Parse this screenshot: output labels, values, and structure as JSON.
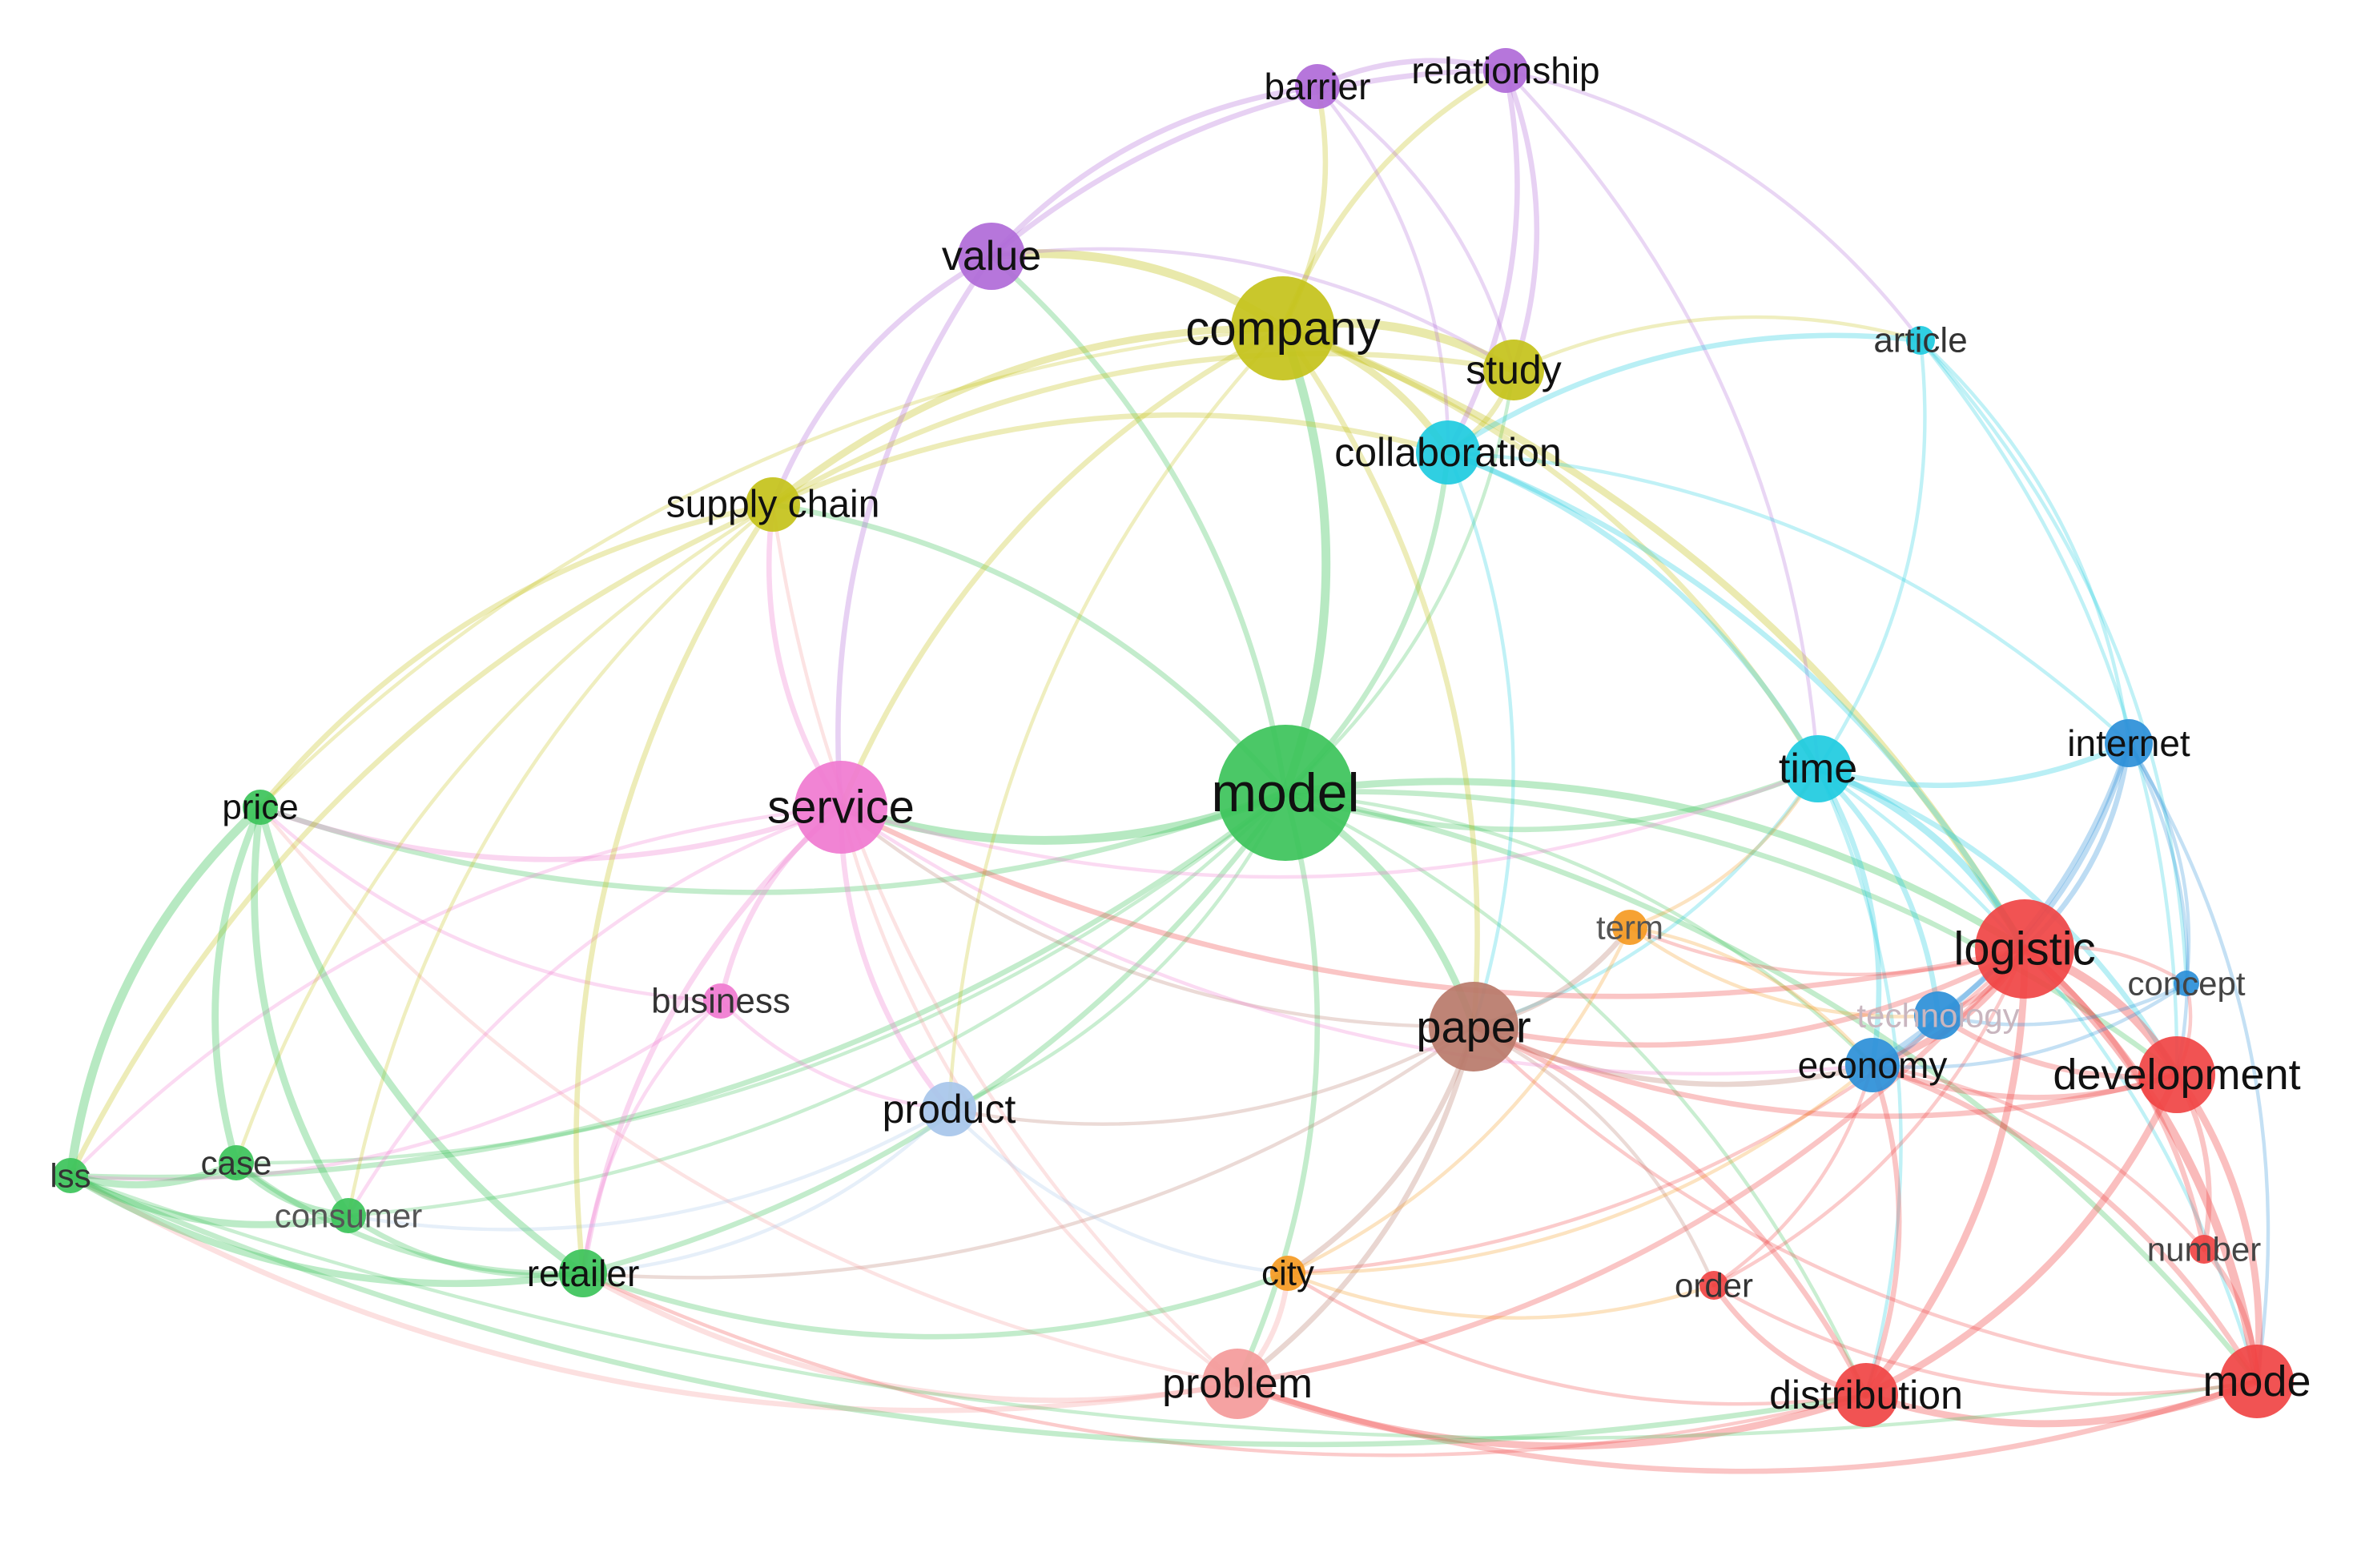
{
  "network": {
    "clusters": {
      "red": "#f04444",
      "green": "#3cc35a",
      "olive": "#c4c21a",
      "purple": "#b06ad8",
      "cyan": "#1ecbe0",
      "blue": "#2b8fd8",
      "pink": "#f07ad0",
      "brown": "#b87a6a",
      "orange": "#f59a22",
      "lightblue": "#a7c6ea",
      "salmon": "#f49a9a"
    },
    "nodes": [
      {
        "id": "model",
        "label": "model",
        "cluster": "green",
        "weight": 10
      },
      {
        "id": "company",
        "label": "company",
        "cluster": "olive",
        "weight": 8
      },
      {
        "id": "service",
        "label": "service",
        "cluster": "pink",
        "weight": 7
      },
      {
        "id": "logistic",
        "label": "logistic",
        "cluster": "red",
        "weight": 7.5
      },
      {
        "id": "paper",
        "label": "paper",
        "cluster": "brown",
        "weight": 6.5
      },
      {
        "id": "development",
        "label": "development",
        "cluster": "red",
        "weight": 5.5
      },
      {
        "id": "mode",
        "label": "mode",
        "cluster": "red",
        "weight": 5.5
      },
      {
        "id": "problem",
        "label": "problem",
        "cluster": "salmon",
        "weight": 5
      },
      {
        "id": "distribution",
        "label": "distribution",
        "cluster": "red",
        "weight": 4.5
      },
      {
        "id": "time",
        "label": "time",
        "cluster": "cyan",
        "weight": 4.8
      },
      {
        "id": "collaboration",
        "label": "collaboration",
        "cluster": "cyan",
        "weight": 4.5
      },
      {
        "id": "study",
        "label": "study",
        "cluster": "olive",
        "weight": 4.5
      },
      {
        "id": "value",
        "label": "value",
        "cluster": "purple",
        "weight": 4.8
      },
      {
        "id": "supply_chain",
        "label": "supply chain",
        "cluster": "olive",
        "weight": 4.2
      },
      {
        "id": "product",
        "label": "product",
        "cluster": "lightblue",
        "weight": 4.2
      },
      {
        "id": "economy",
        "label": "economy",
        "cluster": "blue",
        "weight": 4
      },
      {
        "id": "technology",
        "label": "technology",
        "cluster": "blue",
        "weight": 3.5
      },
      {
        "id": "internet",
        "label": "internet",
        "cluster": "blue",
        "weight": 3.6
      },
      {
        "id": "barrier",
        "label": "barrier",
        "cluster": "purple",
        "weight": 3.4
      },
      {
        "id": "relationship",
        "label": "relationship",
        "cluster": "purple",
        "weight": 3.4
      },
      {
        "id": "article",
        "label": "article",
        "cluster": "cyan",
        "weight": 3
      },
      {
        "id": "price",
        "label": "price",
        "cluster": "green",
        "weight": 3.3
      },
      {
        "id": "business",
        "label": "business",
        "cluster": "pink",
        "weight": 3.2
      },
      {
        "id": "term",
        "label": "term",
        "cluster": "orange",
        "weight": 3.2
      },
      {
        "id": "concept",
        "label": "concept",
        "cluster": "blue",
        "weight": 3
      },
      {
        "id": "number",
        "label": "number",
        "cluster": "red",
        "weight": 3
      },
      {
        "id": "order",
        "label": "order",
        "cluster": "red",
        "weight": 3
      },
      {
        "id": "city",
        "label": "city",
        "cluster": "orange",
        "weight": 3.2
      },
      {
        "id": "retailer",
        "label": "retailer",
        "cluster": "green",
        "weight": 3.6
      },
      {
        "id": "consumer",
        "label": "consumer",
        "cluster": "green",
        "weight": 3
      },
      {
        "id": "case",
        "label": "case",
        "cluster": "green",
        "weight": 3
      },
      {
        "id": "lss",
        "label": "lss",
        "cluster": "green",
        "weight": 3
      }
    ],
    "links": [
      [
        "model",
        "company",
        5
      ],
      [
        "model",
        "service",
        5
      ],
      [
        "model",
        "logistic",
        4
      ],
      [
        "model",
        "paper",
        4
      ],
      [
        "model",
        "time",
        3
      ],
      [
        "model",
        "collaboration",
        3
      ],
      [
        "model",
        "value",
        3
      ],
      [
        "model",
        "supply_chain",
        3
      ],
      [
        "model",
        "price",
        3
      ],
      [
        "model",
        "retailer",
        3
      ],
      [
        "model",
        "problem",
        3
      ],
      [
        "model",
        "development",
        3
      ],
      [
        "model",
        "mode",
        3
      ],
      [
        "model",
        "lss",
        3
      ],
      [
        "model",
        "product",
        2
      ],
      [
        "model",
        "study",
        2
      ],
      [
        "model",
        "economy",
        2
      ],
      [
        "model",
        "distribution",
        2
      ],
      [
        "model",
        "case",
        2
      ],
      [
        "model",
        "consumer",
        2
      ],
      [
        "company",
        "value",
        5
      ],
      [
        "company",
        "study",
        5
      ],
      [
        "company",
        "collaboration",
        4
      ],
      [
        "company",
        "supply_chain",
        4
      ],
      [
        "company",
        "service",
        3
      ],
      [
        "company",
        "logistic",
        4
      ],
      [
        "company",
        "barrier",
        3
      ],
      [
        "company",
        "relationship",
        3
      ],
      [
        "company",
        "time",
        3
      ],
      [
        "company",
        "paper",
        3
      ],
      [
        "company",
        "product",
        2
      ],
      [
        "company",
        "price",
        2
      ],
      [
        "value",
        "barrier",
        3
      ],
      [
        "value",
        "relationship",
        3
      ],
      [
        "value",
        "service",
        3
      ],
      [
        "value",
        "supply_chain",
        3
      ],
      [
        "value",
        "study",
        2
      ],
      [
        "barrier",
        "relationship",
        3
      ],
      [
        "barrier",
        "study",
        2
      ],
      [
        "relationship",
        "collaboration",
        3
      ],
      [
        "relationship",
        "article",
        2
      ],
      [
        "relationship",
        "study",
        3
      ],
      [
        "relationship",
        "time",
        2
      ],
      [
        "barrier",
        "collaboration",
        2
      ],
      [
        "study",
        "collaboration",
        3
      ],
      [
        "study",
        "article",
        2
      ],
      [
        "collaboration",
        "time",
        3
      ],
      [
        "collaboration",
        "article",
        3
      ],
      [
        "collaboration",
        "logistic",
        3
      ],
      [
        "collaboration",
        "paper",
        2
      ],
      [
        "collaboration",
        "internet",
        2
      ],
      [
        "article",
        "time",
        2
      ],
      [
        "article",
        "internet",
        2
      ],
      [
        "article",
        "concept",
        2
      ],
      [
        "article",
        "development",
        2
      ],
      [
        "time",
        "logistic",
        4
      ],
      [
        "time",
        "economy",
        3
      ],
      [
        "time",
        "internet",
        3
      ],
      [
        "time",
        "technology",
        3
      ],
      [
        "time",
        "development",
        3
      ],
      [
        "time",
        "distribution",
        2
      ],
      [
        "time",
        "paper",
        2
      ],
      [
        "time",
        "mode",
        2
      ],
      [
        "internet",
        "logistic",
        3
      ],
      [
        "internet",
        "technology",
        3
      ],
      [
        "internet",
        "economy",
        3
      ],
      [
        "internet",
        "concept",
        2
      ],
      [
        "internet",
        "development",
        2
      ],
      [
        "internet",
        "mode",
        2
      ],
      [
        "logistic",
        "development",
        5
      ],
      [
        "logistic",
        "mode",
        5
      ],
      [
        "logistic",
        "distribution",
        4
      ],
      [
        "logistic",
        "economy",
        4
      ],
      [
        "logistic",
        "technology",
        3
      ],
      [
        "logistic",
        "paper",
        3
      ],
      [
        "logistic",
        "problem",
        3
      ],
      [
        "logistic",
        "number",
        3
      ],
      [
        "logistic",
        "order",
        2
      ],
      [
        "logistic",
        "concept",
        2
      ],
      [
        "logistic",
        "term",
        2
      ],
      [
        "logistic",
        "city",
        2
      ],
      [
        "logistic",
        "service",
        3
      ],
      [
        "development",
        "mode",
        4
      ],
      [
        "development",
        "distribution",
        4
      ],
      [
        "development",
        "number",
        3
      ],
      [
        "development",
        "economy",
        3
      ],
      [
        "development",
        "technology",
        3
      ],
      [
        "development",
        "paper",
        3
      ],
      [
        "development",
        "concept",
        2
      ],
      [
        "mode",
        "distribution",
        4
      ],
      [
        "mode",
        "number",
        3
      ],
      [
        "mode",
        "problem",
        3
      ],
      [
        "mode",
        "economy",
        3
      ],
      [
        "mode",
        "paper",
        2
      ],
      [
        "distribution",
        "problem",
        4
      ],
      [
        "distribution",
        "order",
        3
      ],
      [
        "distribution",
        "paper",
        3
      ],
      [
        "distribution",
        "economy",
        3
      ],
      [
        "distribution",
        "city",
        2
      ],
      [
        "distribution",
        "retailer",
        2
      ],
      [
        "paper",
        "problem",
        3
      ],
      [
        "paper",
        "city",
        3
      ],
      [
        "paper",
        "term",
        3
      ],
      [
        "paper",
        "economy",
        3
      ],
      [
        "paper",
        "order",
        2
      ],
      [
        "paper",
        "service",
        2
      ],
      [
        "paper",
        "retailer",
        2
      ],
      [
        "paper",
        "product",
        2
      ],
      [
        "problem",
        "city",
        3
      ],
      [
        "problem",
        "retailer",
        3
      ],
      [
        "problem",
        "price",
        2
      ],
      [
        "problem",
        "lss",
        3
      ],
      [
        "problem",
        "service",
        2
      ],
      [
        "problem",
        "supply_chain",
        2
      ],
      [
        "service",
        "business",
        3
      ],
      [
        "service",
        "product",
        3
      ],
      [
        "service",
        "price",
        3
      ],
      [
        "service",
        "retailer",
        3
      ],
      [
        "service",
        "supply_chain",
        3
      ],
      [
        "service",
        "lss",
        2
      ],
      [
        "service",
        "consumer",
        2
      ],
      [
        "service",
        "time",
        2
      ],
      [
        "service",
        "economy",
        2
      ],
      [
        "business",
        "product",
        2
      ],
      [
        "business",
        "retailer",
        2
      ],
      [
        "business",
        "price",
        2
      ],
      [
        "business",
        "lss",
        2
      ],
      [
        "product",
        "retailer",
        2
      ],
      [
        "product",
        "city",
        2
      ],
      [
        "product",
        "consumer",
        2
      ],
      [
        "supply_chain",
        "price",
        3
      ],
      [
        "supply_chain",
        "retailer",
        3
      ],
      [
        "supply_chain",
        "lss",
        3
      ],
      [
        "supply_chain",
        "consumer",
        2
      ],
      [
        "supply_chain",
        "case",
        2
      ],
      [
        "supply_chain",
        "collaboration",
        3
      ],
      [
        "supply_chain",
        "study",
        3
      ],
      [
        "price",
        "lss",
        5
      ],
      [
        "price",
        "case",
        4
      ],
      [
        "price",
        "consumer",
        4
      ],
      [
        "price",
        "retailer",
        4
      ],
      [
        "retailer",
        "lss",
        4
      ],
      [
        "retailer",
        "case",
        3
      ],
      [
        "retailer",
        "consumer",
        3
      ],
      [
        "retailer",
        "city",
        3
      ],
      [
        "lss",
        "case",
        4
      ],
      [
        "lss",
        "consumer",
        4
      ],
      [
        "case",
        "consumer",
        4
      ],
      [
        "lss",
        "distribution",
        3
      ],
      [
        "lss",
        "mode",
        2
      ],
      [
        "term",
        "economy",
        2
      ],
      [
        "term",
        "technology",
        2
      ],
      [
        "term",
        "city",
        2
      ],
      [
        "term",
        "time",
        2
      ],
      [
        "city",
        "order",
        2
      ],
      [
        "city",
        "economy",
        2
      ],
      [
        "economy",
        "technology",
        3
      ],
      [
        "economy",
        "concept",
        2
      ],
      [
        "technology",
        "concept",
        2
      ],
      [
        "number",
        "economy",
        2
      ],
      [
        "order",
        "economy",
        2
      ],
      [
        "order",
        "mode",
        2
      ]
    ]
  }
}
